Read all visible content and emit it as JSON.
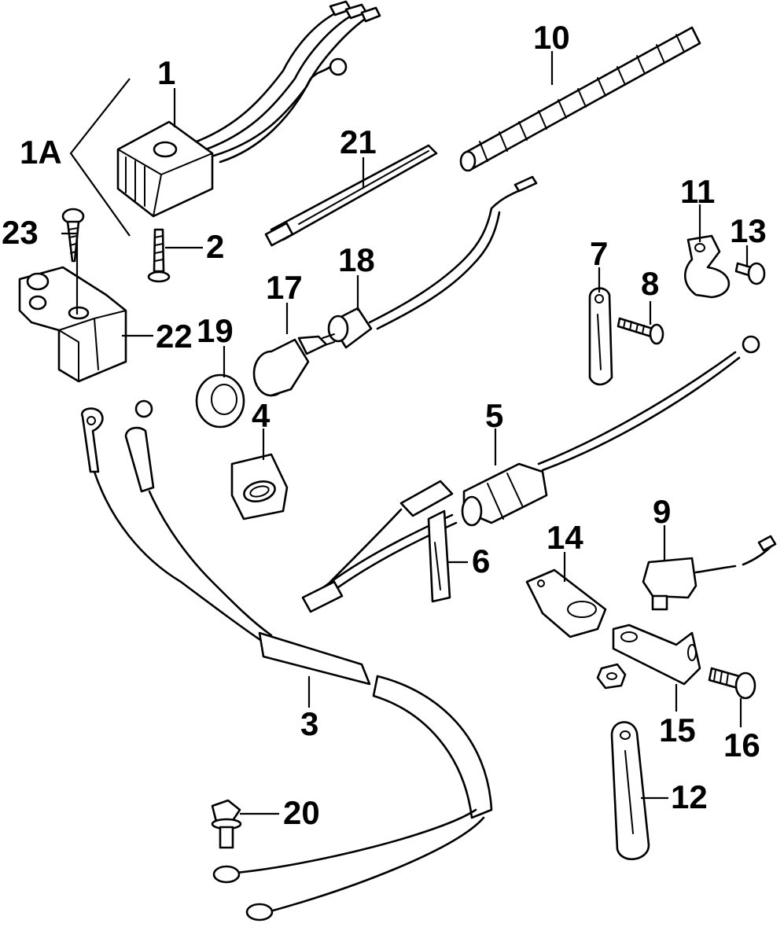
{
  "callouts": {
    "c1": "1",
    "c1a": "1A",
    "c2": "2",
    "c3": "3",
    "c4": "4",
    "c5": "5",
    "c6": "6",
    "c7": "7",
    "c8": "8",
    "c9": "9",
    "c10": "10",
    "c11": "11",
    "c12": "12",
    "c13": "13",
    "c14": "14",
    "c15": "15",
    "c16": "16",
    "c17": "17",
    "c18": "18",
    "c19": "19",
    "c20": "20",
    "c21": "21",
    "c22": "22",
    "c23": "23"
  }
}
